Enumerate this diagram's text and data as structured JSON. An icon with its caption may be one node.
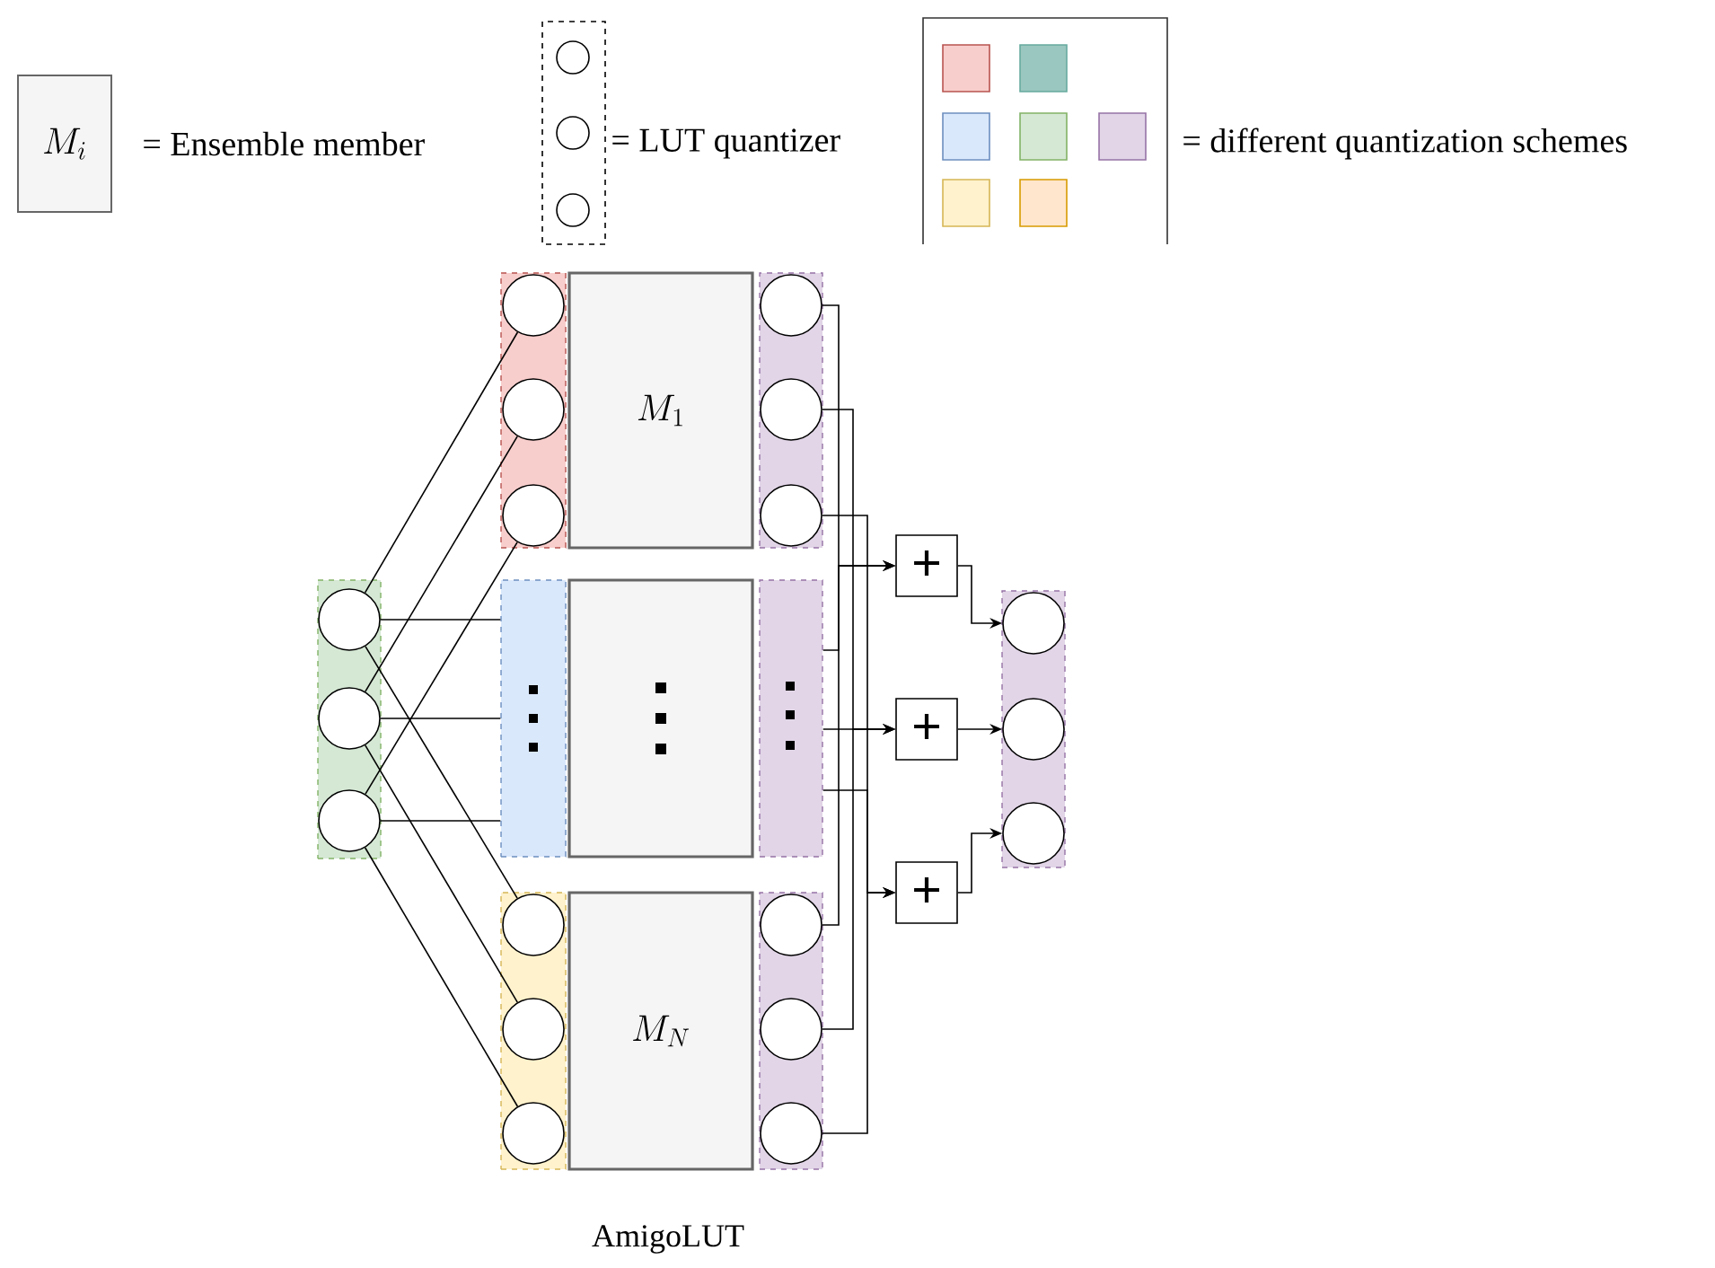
{
  "diagram": {
    "caption": "AmigoLUT",
    "nodes": [
      {
        "text": [],
        "shape": "box"
      },
      {
        "text": [],
        "shape": "circle",
        "in": 0
      },
      {
        "text": [],
        "shape": "circle",
        "in": 0
      },
      {
        "text": [],
        "shape": "circle",
        "in": 0
      },
      {
        "text": [],
        "shape": "box"
      },
      {
        "text": [],
        "shape": "circle",
        "in": 4
      },
      {
        "text": [],
        "shape": "circle",
        "in": 4
      },
      {
        "text": [],
        "shape": "circle",
        "in": 4
      },
      {
        "text": [
          "M_1"
        ]
      },
      {
        "text": [],
        "shape": "box"
      },
      {
        "text": [],
        "shape": "circle",
        "in": 9
      },
      {
        "text": [],
        "shape": "circle",
        "in": 9
      },
      {
        "text": [],
        "shape": "circle",
        "in": 9
      },
      {
        "text": [],
        "shape": "box"
      },
      {
        "text": [],
        "shape": "box"
      },
      {
        "text": [],
        "shape": "box"
      },
      {
        "text": [],
        "shape": "box"
      },
      {
        "text": [],
        "shape": "circle",
        "in": 16
      },
      {
        "text": [],
        "shape": "circle",
        "in": 16
      },
      {
        "text": [],
        "shape": "circle",
        "in": 16
      },
      {
        "text": [
          "M_N"
        ]
      },
      {
        "text": [],
        "shape": "box"
      },
      {
        "text": [],
        "shape": "circle",
        "in": 21
      },
      {
        "text": [],
        "shape": "circle",
        "in": 21
      },
      {
        "text": [],
        "shape": "circle",
        "in": 21
      },
      {
        "text": [
          "+"
        ]
      },
      {
        "text": [
          "+"
        ]
      },
      {
        "text": [
          "+"
        ]
      },
      {
        "text": [],
        "shape": "box"
      },
      {
        "text": [],
        "shape": "circle",
        "in": 28
      },
      {
        "text": [],
        "shape": "circle",
        "in": 28
      },
      {
        "text": [],
        "shape": "circle",
        "in": 28
      }
    ],
    "edges": [
      {
        "from": 1,
        "to": 5,
        "arrow": "none"
      },
      {
        "from": 2,
        "to": 6,
        "arrow": "none"
      },
      {
        "from": 3,
        "to": 7,
        "arrow": "none"
      },
      {
        "from": 1,
        "to": 13,
        "arrow": "none"
      },
      {
        "from": 2,
        "to": 13,
        "arrow": "none"
      },
      {
        "from": 3,
        "to": 13,
        "arrow": "none"
      },
      {
        "from": 1,
        "to": 17,
        "arrow": "none"
      },
      {
        "from": 2,
        "to": 18,
        "arrow": "none"
      },
      {
        "from": 3,
        "to": 19,
        "arrow": "none"
      },
      {
        "from": 10,
        "to": 25,
        "arrow": "to"
      },
      {
        "from": 15,
        "to": 25,
        "arrow": "to"
      },
      {
        "from": 22,
        "to": 25,
        "arrow": "to"
      },
      {
        "from": 11,
        "to": 26,
        "arrow": "to"
      },
      {
        "from": 15,
        "to": 26,
        "arrow": "to"
      },
      {
        "from": 23,
        "to": 26,
        "arrow": "to"
      },
      {
        "from": 12,
        "to": 27,
        "arrow": "to"
      },
      {
        "from": 15,
        "to": 27,
        "arrow": "to"
      },
      {
        "from": 24,
        "to": 27,
        "arrow": "to"
      },
      {
        "from": 25,
        "to": 29,
        "arrow": "to"
      },
      {
        "from": 26,
        "to": 30,
        "arrow": "to"
      },
      {
        "from": 27,
        "to": 31,
        "arrow": "to"
      }
    ],
    "labels": [
      "M_i"
    ],
    "legend": [
      {
        "text": "= Ensemble member"
      },
      {
        "text": "= LUT quantizer"
      },
      {
        "text": "= different quantization schemes"
      }
    ]
  }
}
